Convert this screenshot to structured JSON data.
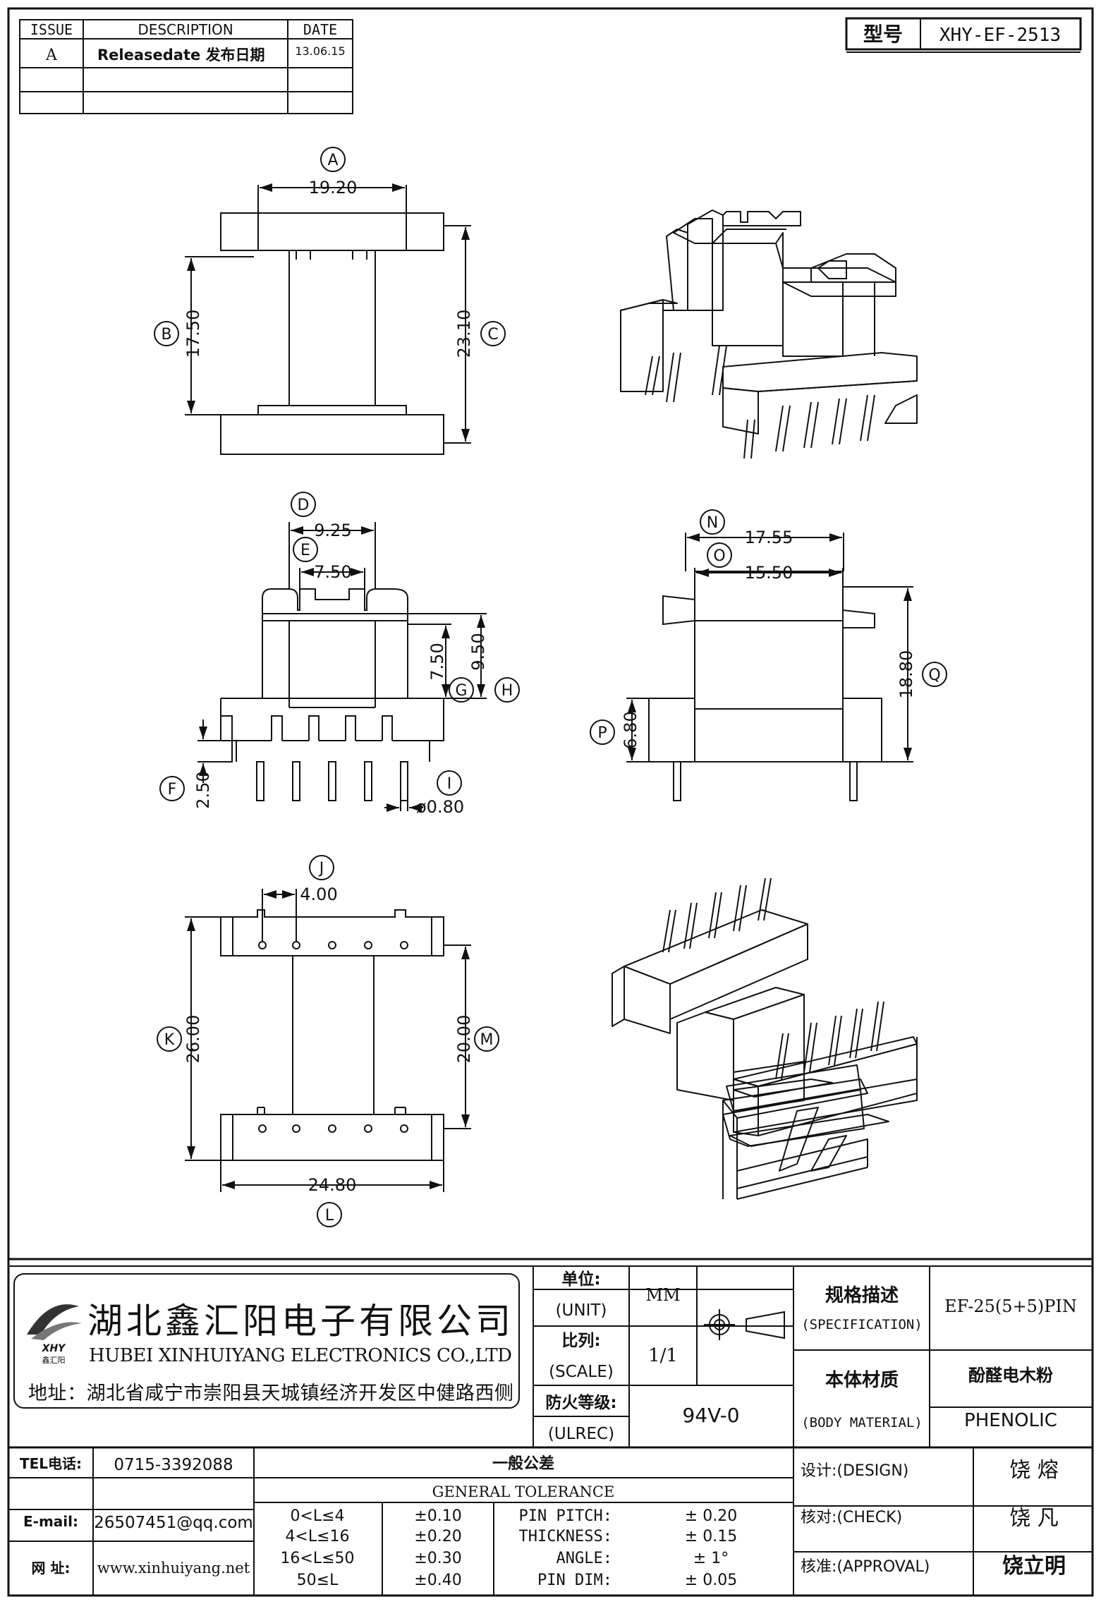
{
  "revision": {
    "headers": {
      "issue": "ISSUE",
      "description": "DESCRIPTION",
      "date": "DATE"
    },
    "rows": [
      {
        "issue": "A",
        "description": "Releasedate 发布日期",
        "date": "13.06.15"
      },
      {
        "issue": "",
        "description": "",
        "date": ""
      },
      {
        "issue": "",
        "description": "",
        "date": ""
      }
    ]
  },
  "model": {
    "label": "型号",
    "value": "XHY-EF-2513"
  },
  "dimensions": {
    "A": "19.20",
    "B": "17.50",
    "C": "23.10",
    "D": "9.25",
    "E": "7.50",
    "F": "2.50",
    "G": "7.50",
    "H": "9.50",
    "I": "ø0.80",
    "J": "4.00",
    "K": "26.00",
    "L": "24.80",
    "M": "20.00",
    "N": "17.55",
    "O": "15.50",
    "P": "6.80",
    "Q": "18.80"
  },
  "company": {
    "logo_text": "XHY",
    "logo_sub": "鑫汇阳",
    "name_cn": "湖北鑫汇阳电子有限公司",
    "name_en": "HUBEI XINHUIYANG ELECTRONICS CO.,LTD",
    "address": "地址：湖北省咸宁市崇阳县天城镇经济开发区中健路西侧",
    "tel_label": "TEL电话:",
    "tel": "0715-3392088",
    "email_label": "E-mail:",
    "email": "26507451@qq.com",
    "web_label": "网  址:",
    "web": "www.xinhuiyang.net"
  },
  "specs": {
    "unit_cn": "单位:",
    "unit_en": "(UNIT)",
    "unit_value": "MM",
    "scale_cn": "比列:",
    "scale_en": "(SCALE)",
    "scale_value": "1/1",
    "ul_cn": "防火等级:",
    "ul_en": "(ULREC)",
    "ul_value": "94V-0",
    "spec_cn": "规格描述",
    "spec_en": "(SPECIFICATION)",
    "spec_value": "EF-25(5+5)PIN",
    "material_cn": "本体材质",
    "material_en": "(BODY MATERIAL)",
    "material_value_cn": "酚醛电木粉",
    "material_value_en": "PHENOLIC"
  },
  "tolerance": {
    "title_cn": "一般公差",
    "title_en": "GENERAL TOLERANCE",
    "ranges": [
      {
        "range": "0<L≤4",
        "value": "±0.10"
      },
      {
        "range": "4<L≤16",
        "value": "±0.20"
      },
      {
        "range": "16<L≤50",
        "value": "±0.30"
      },
      {
        "range": "50≤L",
        "value": "±0.40"
      }
    ],
    "items": [
      {
        "label": "PIN PITCH:",
        "value": "± 0.20"
      },
      {
        "label": "THICKNESS:",
        "value": "± 0.15"
      },
      {
        "label": "ANGLE:",
        "value": "± 1°"
      },
      {
        "label": "PIN DIM:",
        "value": "± 0.05"
      }
    ]
  },
  "approval": {
    "design_label": "设计:(DESIGN)",
    "design_name": "饶 熔",
    "check_label": "核对:(CHECK)",
    "check_name": "饶 凡",
    "approve_label": "核准:(APPROVAL)",
    "approve_name": "饶立明"
  }
}
